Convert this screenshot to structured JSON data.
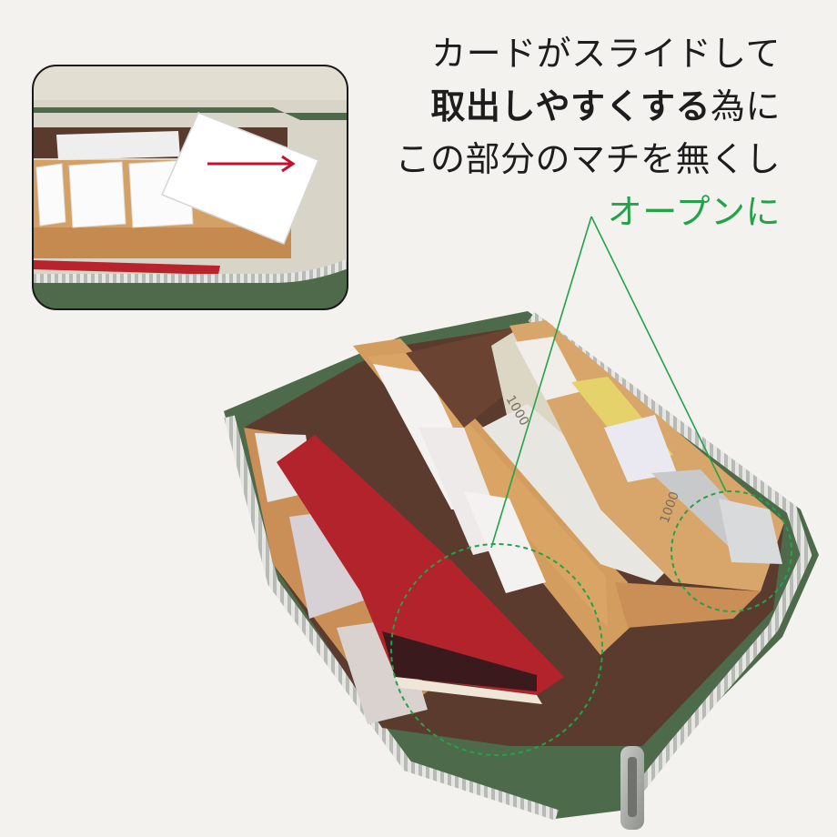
{
  "caption": {
    "line1": "カードがスライドして",
    "line2_bold": "取出しやすくする",
    "line2_rest": "為に",
    "line3": "この部分のマチを無くし",
    "line4": "オープンに"
  },
  "bill_labels": [
    "1000",
    "1000"
  ],
  "colors": {
    "accent_green": "#22a34a",
    "wallet_green": "#4f6b4c",
    "leather_tan": "#cf9a5c",
    "passport_red": "#b8232c",
    "arrow_red": "#c8102e"
  }
}
